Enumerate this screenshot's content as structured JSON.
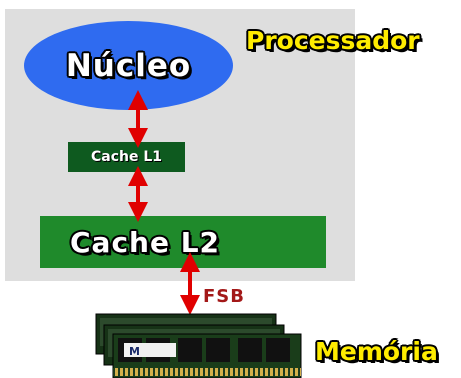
{
  "diagram": {
    "processor_label": "Processador",
    "core_label": "Núcleo",
    "cache_l1_label": "Cache L1",
    "cache_l2_label": "Cache L2",
    "fsb_label": "FSB",
    "memory_label": "Memória",
    "ram_chip_mark": "M"
  },
  "colors": {
    "processor_box": "#dedede",
    "core": "#2f6bf0",
    "cache_l1": "#0e5a1f",
    "cache_l2": "#1f8a2b",
    "arrow": "#e00000",
    "title_yellow": "#ffec00",
    "fsb_text": "#a31818"
  }
}
